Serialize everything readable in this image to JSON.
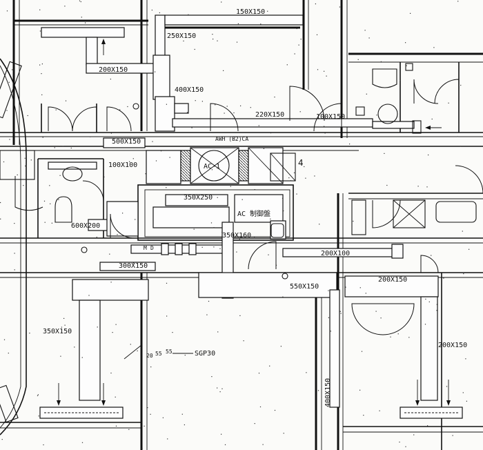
{
  "drawing": {
    "duct_labels": {
      "top_150x150": "150X150",
      "top_250x150": "250X150",
      "upper_200x150": "200X150",
      "d400x150_upper": "400X150",
      "d220x150": "220X150",
      "d100x150": "100X150",
      "d500x150": "500X150",
      "d100x100": "100X100",
      "d600x200": "600X200",
      "d350x250": "350X250",
      "d350x160": "350X160",
      "d300x150": "300X150",
      "d200x100": "200X100",
      "d550x150": "550X150",
      "d200x150_right": "200X150",
      "d350x150_left": "350X150",
      "d200x150_farright": "200X150",
      "d400x150_vertical": "400X150"
    },
    "equipment": {
      "awh": "AWH (B2)CA",
      "ac1": "AC-1",
      "ac_control": "AC 制御盤",
      "sgp": "SGP30",
      "dim_a": "55",
      "dim_b": "55",
      "dim_c": "20",
      "marker_m": "M",
      "marker_d": "D",
      "number_4": "4"
    }
  },
  "colors": {
    "ink": "#111111",
    "paper": "#fbfbf9"
  }
}
